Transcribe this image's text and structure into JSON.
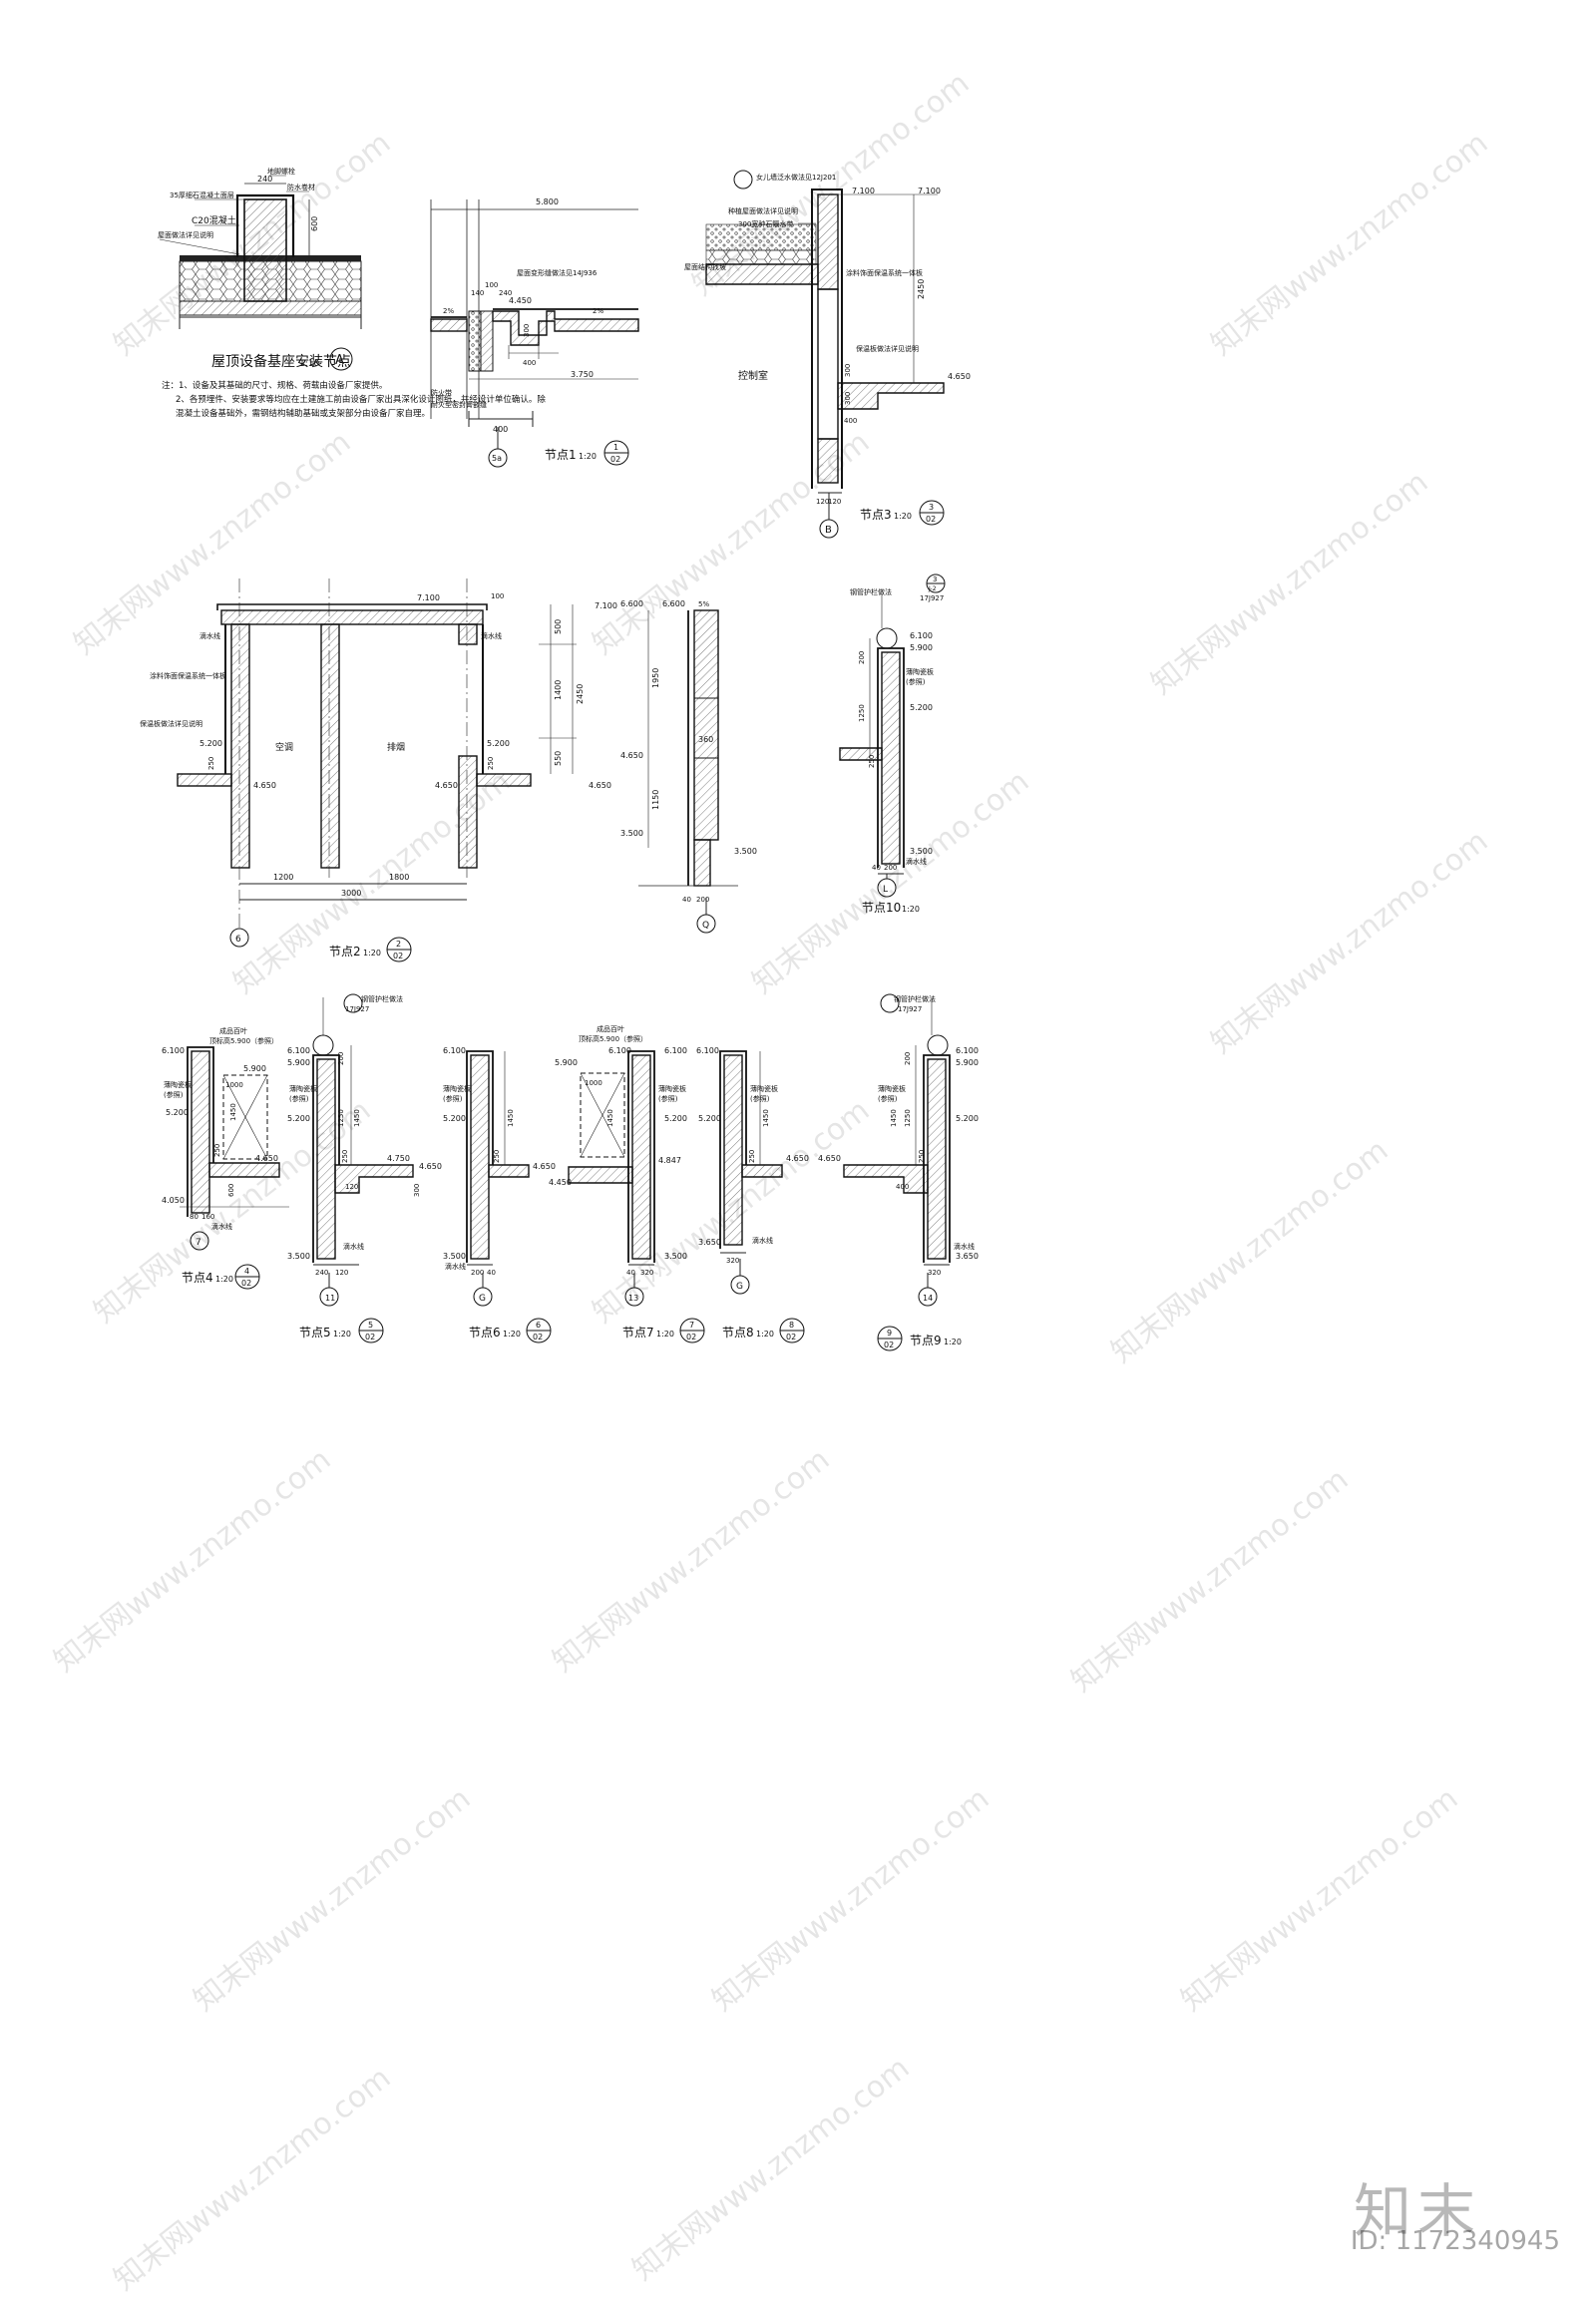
{
  "sheet": {
    "watermark": "知末网www.znzmo.com",
    "logo": "知末",
    "image_id": "ID: 1172340945"
  },
  "detail_a": {
    "title": "屋顶设备基座安装节点",
    "scale": "1:10",
    "marker": "A",
    "labels": [
      "地脚螺栓",
      "35厚细石混凝土面层",
      "防水卷材",
      "C20混凝土",
      "屋面做法详见说明"
    ],
    "dims": [
      "240",
      "600"
    ],
    "notes": [
      "注：1、设备及其基础的尺寸、规格、荷载由设备厂家提供。",
      "2、各预埋件、安装要求等均应在土建施工前由设备厂家出具深化设计图纸，并经设计单位确认。除",
      "混凝土设备基础外，需钢结构辅助基础或支架部分由设备厂家自理。"
    ]
  },
  "detail_1": {
    "title": "节点1",
    "scale": "1:20",
    "ref_top": "1",
    "ref_bottom": "02",
    "levels": [
      "5.800",
      "4.450",
      "3.750"
    ],
    "dims": [
      "400",
      "300",
      "400",
      "240",
      "140",
      "100"
    ],
    "labels": [
      "屋面变形缝做法见14J936",
      "防火带",
      "耐火型密封膏嵌缝",
      "2%"
    ],
    "axis": "5a"
  },
  "detail_3": {
    "title": "节点3",
    "scale": "1:20",
    "ref_top": "3",
    "ref_bottom": "02",
    "levels": [
      "7.100",
      "7.100",
      "4.650"
    ],
    "dims": [
      "2450",
      "300",
      "300",
      "400",
      "120",
      "120"
    ],
    "labels": [
      "女儿墙泛水做法见12J201",
      "种植屋面做法详见说明",
      "300宽种石隔水带",
      "涂料饰面保温系统一体板",
      "屋面结构找坡",
      "保温板做法详见说明",
      "控制室"
    ],
    "axis": "B"
  },
  "detail_2": {
    "title": "节点2",
    "scale": "1:20",
    "ref_top": "2",
    "ref_bottom": "02",
    "levels": [
      "7.100",
      "7.100",
      "5.200",
      "5.200",
      "4.650",
      "4.650",
      "4.650"
    ],
    "dims": [
      "500",
      "1400",
      "550",
      "2450",
      "1200",
      "1800",
      "3000",
      "250",
      "250",
      "100"
    ],
    "rooms": [
      "空调",
      "排烟"
    ],
    "labels": [
      "涂料饰面保温系统一体板",
      "保温板做法详见说明",
      "滴水线"
    ],
    "axis": "6"
  },
  "detail_q": {
    "levels": [
      "6.600",
      "6.600",
      "4.650",
      "3.500",
      "3.500"
    ],
    "dims": [
      "1950",
      "1150",
      "360",
      "40",
      "200"
    ],
    "slope": "5%",
    "axis": "Q"
  },
  "detail_10": {
    "title": "节点10",
    "scale": "1:20",
    "ref_top": "3",
    "ref_bottom": "J-2",
    "atlas": "17J927",
    "levels": [
      "6.100",
      "5.900",
      "5.200",
      "3.500"
    ],
    "dims": [
      "200",
      "1250",
      "250",
      "40",
      "200"
    ],
    "labels": [
      "钢管护栏做法",
      "薄陶瓷板",
      "(参照)",
      "滴水线"
    ],
    "axis": "L"
  },
  "detail_4": {
    "title": "节点4",
    "scale": "1:20",
    "ref_top": "4",
    "ref_bottom": "02",
    "levels": [
      "6.100",
      "5.900",
      "5.200",
      "4.650",
      "4.050"
    ],
    "dims": [
      "1000",
      "1450",
      "250",
      "600",
      "80",
      "160"
    ],
    "labels": [
      "成品百叶",
      "顶标高5.900（参照）",
      "薄陶瓷板",
      "(参照)",
      "滴水线"
    ],
    "axis": "7"
  },
  "detail_5": {
    "title": "节点5",
    "scale": "1:20",
    "ref_top": "5",
    "ref_bottom": "02",
    "levels": [
      "6.100",
      "5.900",
      "5.200",
      "4.750",
      "4.650",
      "3.500"
    ],
    "dims": [
      "200",
      "1250",
      "1450",
      "250",
      "300",
      "120",
      "240",
      "120"
    ],
    "labels": [
      "钢管护栏做法",
      "17J927",
      "薄陶瓷板",
      "(参照)",
      "滴水线"
    ],
    "axis": "11"
  },
  "detail_6": {
    "title": "节点6",
    "scale": "1:20",
    "ref_top": "6",
    "ref_bottom": "02",
    "levels": [
      "6.100",
      "5.200",
      "4.650",
      "3.500"
    ],
    "dims": [
      "1450",
      "250",
      "200",
      "40"
    ],
    "labels": [
      "薄陶瓷板",
      "(参照)",
      "滴水线"
    ],
    "axis": "G"
  },
  "detail_7": {
    "title": "节点7",
    "scale": "1:20",
    "ref_top": "7",
    "ref_bottom": "02",
    "levels": [
      "6.100",
      "5.900",
      "5.200",
      "4.847",
      "4.450",
      "6.100",
      "3.500"
    ],
    "dims": [
      "1000",
      "1450",
      "40",
      "320"
    ],
    "labels": [
      "成品百叶",
      "顶标高5.900（参照）",
      "薄陶瓷板",
      "(参照)"
    ],
    "axis": "13"
  },
  "detail_8": {
    "title": "节点8",
    "scale": "1:20",
    "ref_top": "8",
    "ref_bottom": "02",
    "levels": [
      "6.100",
      "5.200",
      "4.650",
      "3.650"
    ],
    "dims": [
      "1450",
      "250",
      "320"
    ],
    "labels": [
      "薄陶瓷板",
      "(参照)",
      "滴水线"
    ],
    "axis": "G"
  },
  "detail_9": {
    "title": "节点9",
    "scale": "1:20",
    "ref_top": "9",
    "ref_bottom": "02",
    "levels": [
      "6.100",
      "5.900",
      "5.200",
      "4.650",
      "3.650"
    ],
    "dims": [
      "200",
      "1250",
      "1450",
      "400",
      "250",
      "320"
    ],
    "labels": [
      "钢管护栏做法",
      "17J927",
      "薄陶瓷板",
      "(参照)",
      "滴水线"
    ],
    "axis": "14"
  }
}
